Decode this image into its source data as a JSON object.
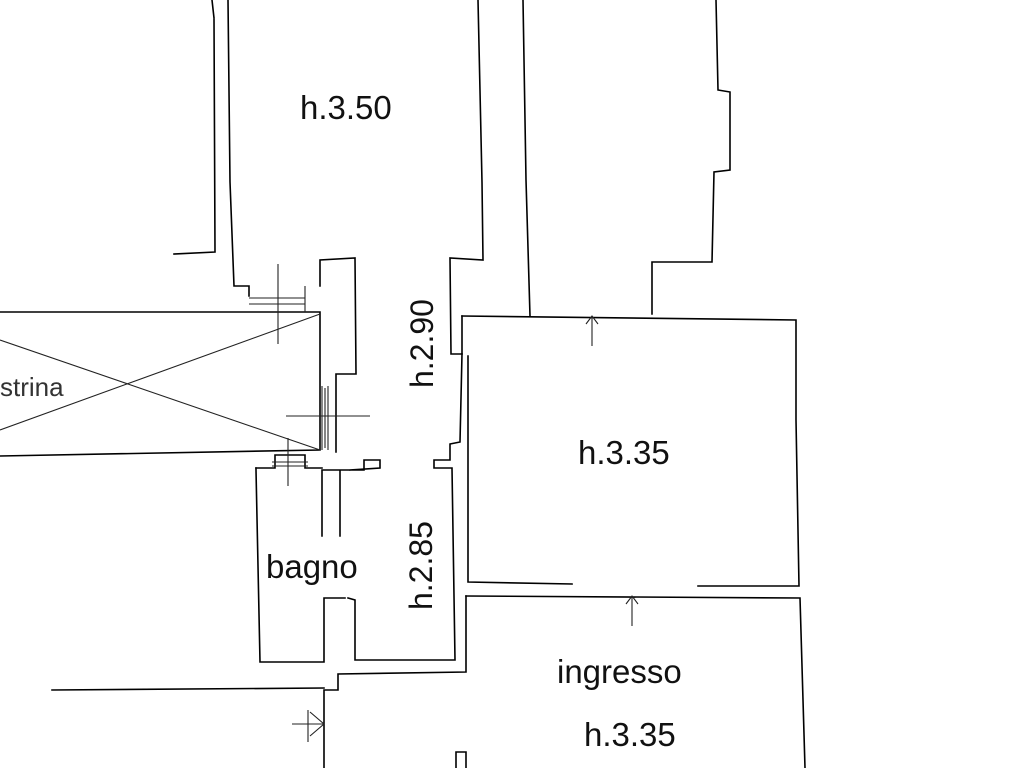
{
  "plan": {
    "rooms": [
      {
        "id": "top",
        "height_label": "h.3.50"
      },
      {
        "id": "right",
        "height_label": "h.3.35"
      },
      {
        "id": "ingresso",
        "name": "ingresso",
        "height_label": "h.3.35"
      },
      {
        "id": "bagno",
        "name": "bagno"
      },
      {
        "id": "vetrina",
        "name": "strina"
      }
    ],
    "corridor_heights": [
      "h.2.90",
      "h.2.85"
    ]
  }
}
